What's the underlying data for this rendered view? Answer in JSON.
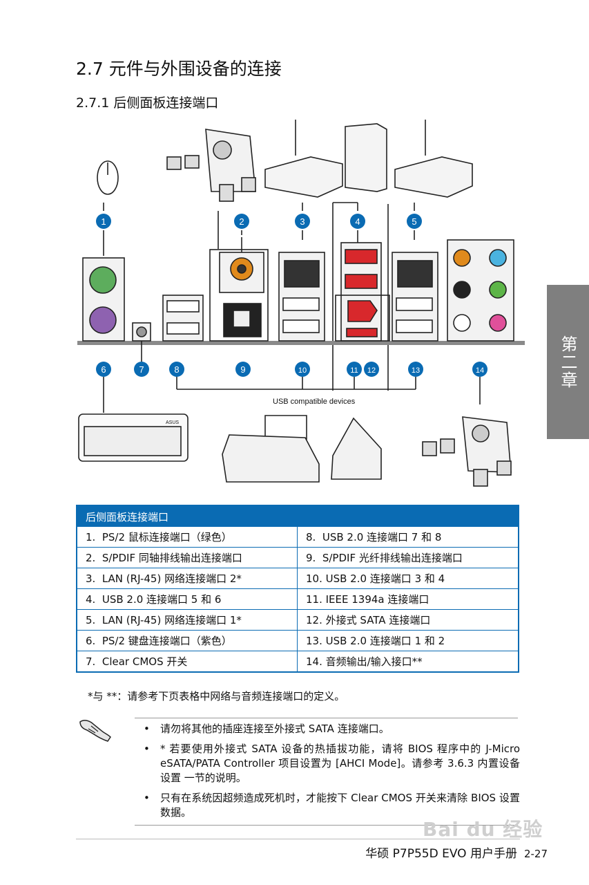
{
  "heading": {
    "section": "2.7 元件与外围设备的连接",
    "subsection": "2.7.1 后侧面板连接端口"
  },
  "side_tab": "第二章",
  "diagram": {
    "numbers": [
      "1",
      "2",
      "3",
      "4",
      "5",
      "6",
      "7",
      "8",
      "9",
      "10",
      "11",
      "12",
      "13",
      "14"
    ],
    "usb_label": "USB compatible devices",
    "keyboard_logo": "ASUS"
  },
  "colors": {
    "accent": "#0a6bb3",
    "ps2_mouse": "#5dad5d",
    "ps2_keyboard": "#8e62b0",
    "audio_orange": "#e08a1c",
    "audio_blue": "#4ab3e0",
    "audio_green": "#5db548",
    "audio_pink": "#e0509a",
    "highlight_red": "#d8282c"
  },
  "table": {
    "header": "后侧面板连接端口",
    "rows": [
      [
        "1.  PS/2 鼠标连接端口（绿色）",
        "8.  USB 2.0 连接端口 7 和 8"
      ],
      [
        "2.  S/PDIF 同轴排线输出连接端口",
        "9.  S/PDIF 光纤排线输出连接端口"
      ],
      [
        "3.  LAN (RJ-45) 网络连接端口 2*",
        "10. USB 2.0 连接端口 3 和 4"
      ],
      [
        "4.  USB 2.0 连接端口 5 和 6",
        "11. IEEE 1394a 连接端口"
      ],
      [
        "5.  LAN (RJ-45) 网络连接端口 1*",
        "12. 外接式 SATA 连接端口"
      ],
      [
        "6.  PS/2 键盘连接端口（紫色）",
        "13. USB 2.0 连接端口 1 和 2"
      ],
      [
        "7.  Clear CMOS 开关",
        "14. 音频输出/输入接口**"
      ]
    ]
  },
  "footnote": "*与 **：请参考下页表格中网络与音频连接端口的定义。",
  "notes": [
    "请勿将其他的插座连接至外接式 SATA 连接端口。",
    "* 若要使用外接式 SATA 设备的热插拔功能，请将 BIOS 程序中的 J-Micro eSATA/PATA Controller 项目设置为 [AHCI Mode]。请参考 3.6.3 内置设备设置 一节的说明。",
    "只有在系统因超频造成死机时，才能按下 Clear CMOS 开关来清除 BIOS 设置数据。"
  ],
  "footer": {
    "title": "华硕 P7P55D EVO 用户手册",
    "page": "2-27"
  },
  "watermark": "Bai du 经验"
}
